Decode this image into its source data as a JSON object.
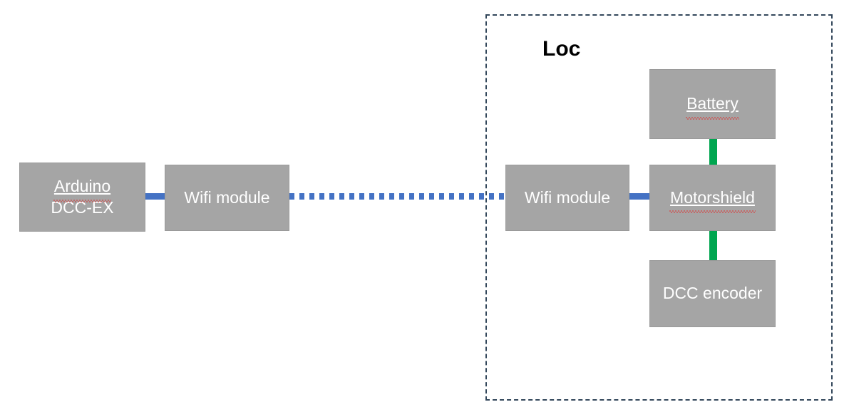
{
  "diagram": {
    "title": "Loc",
    "background_color": "#FFFFFF",
    "group": {
      "label": "Loc",
      "border_color": "#33475B",
      "border_style": "dashed"
    },
    "node_fill_color": "#A5A5A5",
    "node_text_color": "#FFFFFF",
    "connector_blue": "#4472C4",
    "connector_green": "#00A650",
    "spellcheck_color": "#E03030",
    "nodes": [
      {
        "id": "arduino",
        "line1": "Arduino",
        "line2": "DCC-EX",
        "spellchecked": true
      },
      {
        "id": "wifi-left",
        "line1": "Wifi module",
        "spellchecked": false
      },
      {
        "id": "wifi-right",
        "line1": "Wifi module",
        "spellchecked": false
      },
      {
        "id": "battery",
        "line1": "Battery",
        "spellchecked": true
      },
      {
        "id": "motorshield",
        "line1": "Motorshield",
        "spellchecked": true
      },
      {
        "id": "dcc-encoder",
        "line1": "DCC encoder",
        "spellchecked": false
      }
    ],
    "connectors": [
      {
        "id": "arduino-to-wifi-left",
        "style": "solid",
        "color": "#4472C4"
      },
      {
        "id": "wifi-left-to-wifi-right",
        "style": "dotted",
        "color": "#4472C4"
      },
      {
        "id": "wifi-right-to-motorshield",
        "style": "solid",
        "color": "#4472C4"
      },
      {
        "id": "battery-to-motorshield",
        "style": "solid",
        "color": "#00A650"
      },
      {
        "id": "motorshield-to-dcc-encoder",
        "style": "solid",
        "color": "#00A650"
      }
    ]
  }
}
